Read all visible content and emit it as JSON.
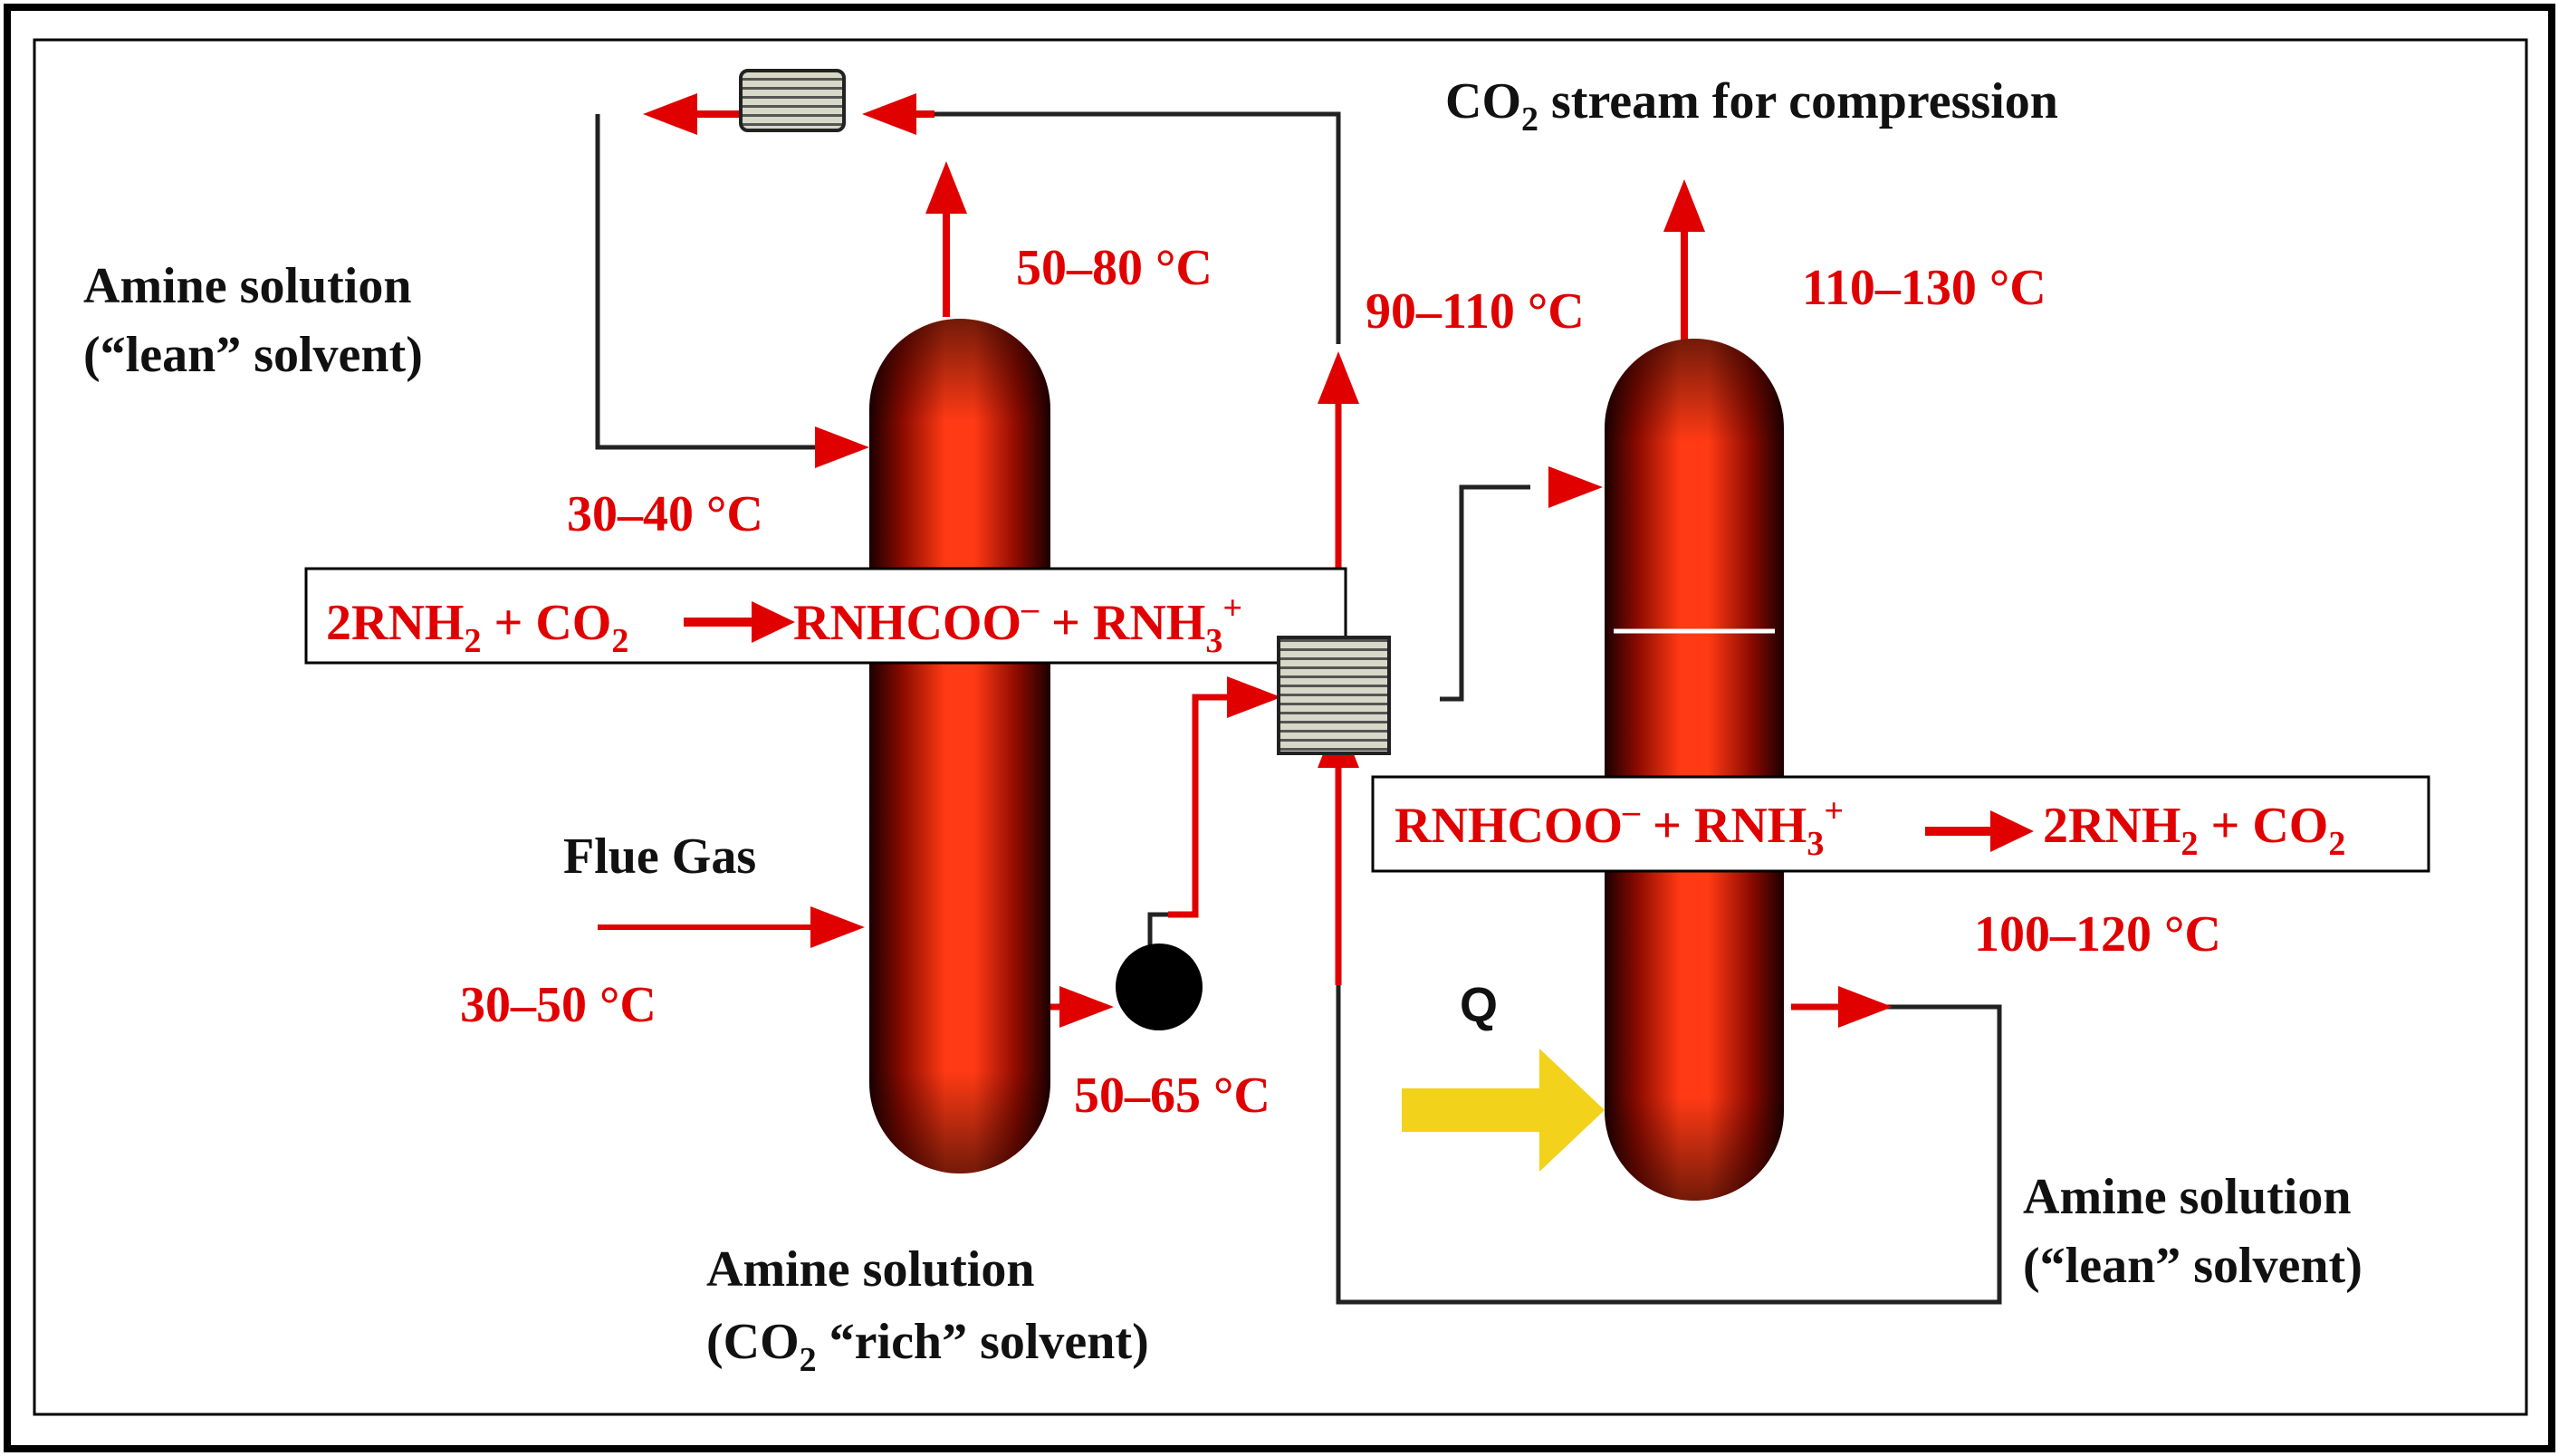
{
  "labels": {
    "lean_top_line1": "Amine solution",
    "lean_top_line2": "(“lean” solvent)",
    "temp_absorber_top": "50–80 °C",
    "temp_lean_inlet": "30–40 °C",
    "temp_hx_out": "90–110 °C",
    "co2_stream_co": "CO",
    "co2_stream_sub": "2",
    "co2_stream_rest": " stream for compression",
    "temp_stripper_top": "110–130 °C",
    "flue_gas": "Flue Gas",
    "temp_flue_gas": "30–50 °C",
    "temp_rich_out": "50–65 °C",
    "q_label": "Q",
    "temp_stripper_bottom": "100–120 °C",
    "lean_bottom_line1": "Amine solution",
    "lean_bottom_line2": "(“lean” solvent)",
    "rich_line1": "Amine solution",
    "rich_line2_a": "(CO",
    "rich_line2_sub": "2",
    "rich_line2_b": " “rich” solvent)"
  },
  "equations": {
    "absorption": {
      "lhs_a": "2RNH",
      "lhs_sub1": "2",
      "lhs_b": " + CO",
      "lhs_sub2": "2",
      "rhs_a": "RNHCOO",
      "rhs_sup1": "–",
      "rhs_b": " + RNH",
      "rhs_sub": "3",
      "rhs_sup2": "+"
    },
    "desorption": {
      "lhs_a": "RNHCOO",
      "lhs_sup1": "–",
      "lhs_b": " + RNH",
      "lhs_sub": "3",
      "lhs_sup2": "+",
      "rhs_a": "2RNH",
      "rhs_sub1": "2",
      "rhs_b": " + CO",
      "rhs_sub2": "2"
    }
  },
  "colors": {
    "stream_red": "#e00000",
    "line_black": "#111111",
    "heat_arrow": "#f2d21a"
  }
}
